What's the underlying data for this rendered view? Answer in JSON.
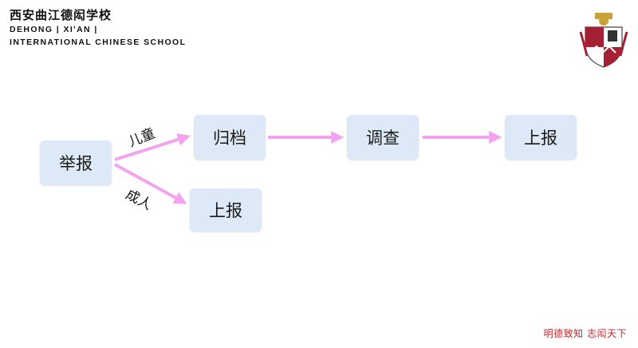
{
  "header": {
    "school_cn": "西安曲江德闳学校",
    "school_en_line1": "DEHONG | XI'AN |",
    "school_en_line2": "INTERNATIONAL CHINESE SCHOOL"
  },
  "flow": {
    "nodes": {
      "report": "举报",
      "archive": "归档",
      "investigate": "调查",
      "submit_top": "上报",
      "submit_bottom": "上报"
    },
    "edges": {
      "child_label": "儿童",
      "adult_label": "成人"
    }
  },
  "footer": {
    "motto": "明德致知 志闳天下"
  },
  "colors": {
    "node_fill": "#dde9f7",
    "arrow": "#f3a3ef",
    "motto": "#c0282d",
    "crest_red": "#a32035"
  }
}
